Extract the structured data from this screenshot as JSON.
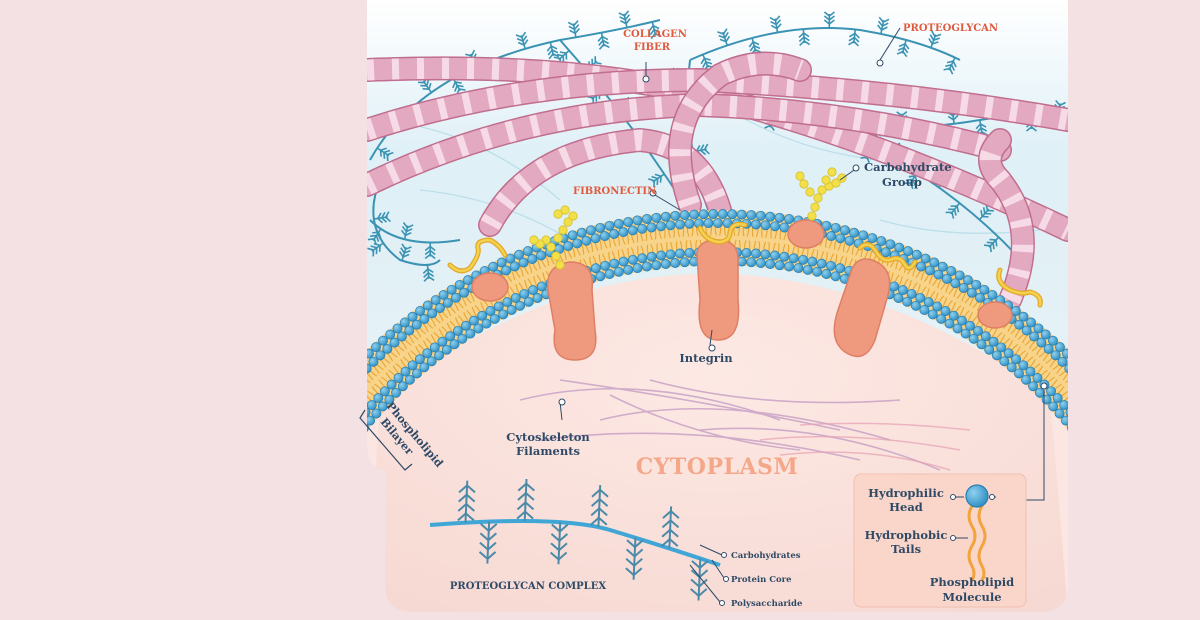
{
  "labels": {
    "collagen_line1": "COLLAGEN",
    "collagen_line2": "FIBER",
    "proteoglycan": "PROTEOGLYCAN",
    "fibronectin": "FIBRONECTIN",
    "carbohydrate_line1": "Carbohydrate",
    "carbohydrate_line2": "Group",
    "integrin": "Integrin",
    "cytoskeleton_line1": "Cytoskeleton",
    "cytoskeleton_line2": "Filaments",
    "phospholipid_bilayer_line1": "Phospholipid",
    "phospholipid_bilayer_line2": "Bilayer",
    "cytoplasm": "CYTOPLASM"
  },
  "proteoglycan_complex": {
    "title": "PROTEOGLYCAN COMPLEX",
    "parts": [
      "Carbohydrates",
      "Protein Core",
      "Polysaccharide"
    ]
  },
  "phospholipid_molecule": {
    "head_line1": "Hydrophilic",
    "head_line2": "Head",
    "tails_line1": "Hydrophobic",
    "tails_line2": "Tails",
    "title_line1": "Phospholipid",
    "title_line2": "Molecule"
  },
  "colors": {
    "background": "#f3e1e4",
    "panel_top": "#dbeef6",
    "panel_bottom": "#fbe3df",
    "collagen": "#e3a9c0",
    "collagen_stripe": "#f6dbe6",
    "proteoglycan": "#3b93b3",
    "lipid_head": "#3a9fd2",
    "lipid_tail": "#f3b542",
    "protein": "#ef9a7f",
    "carbohydrate": "#f2e04a",
    "label_dark": "#2f4a66",
    "label_red": "#e05a3e"
  }
}
